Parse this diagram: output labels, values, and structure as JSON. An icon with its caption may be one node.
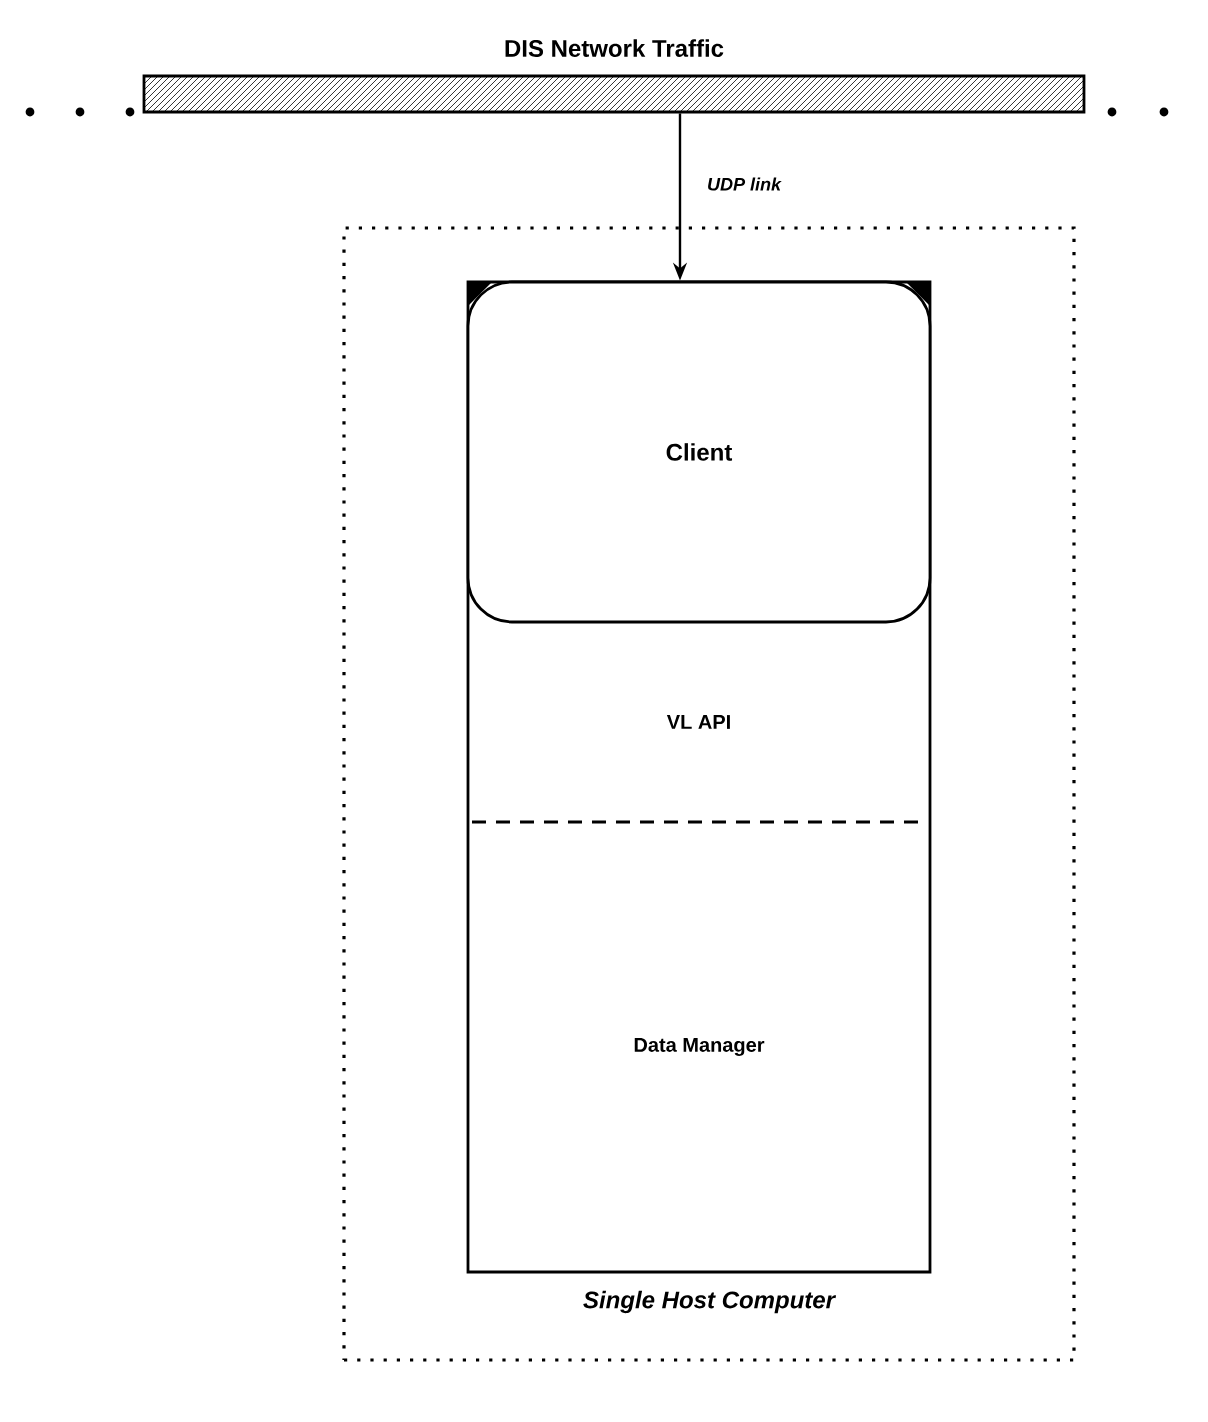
{
  "diagram": {
    "nodes": [
      {
        "text": [
          "DIS Network Traffic"
        ]
      },
      {
        "text": [
          "Single Host Computer"
        ]
      },
      {
        "text": [],
        "shape": "box",
        "in": 1
      },
      {
        "text": [
          "Client"
        ],
        "in": 2
      },
      {
        "text": [
          "VL API"
        ],
        "in": 2
      },
      {
        "text": [
          "Data Manager"
        ],
        "in": 2
      }
    ],
    "edges": [
      {
        "from": 0,
        "to": 3,
        "arrow": "to",
        "label": "UDP link"
      }
    ]
  }
}
